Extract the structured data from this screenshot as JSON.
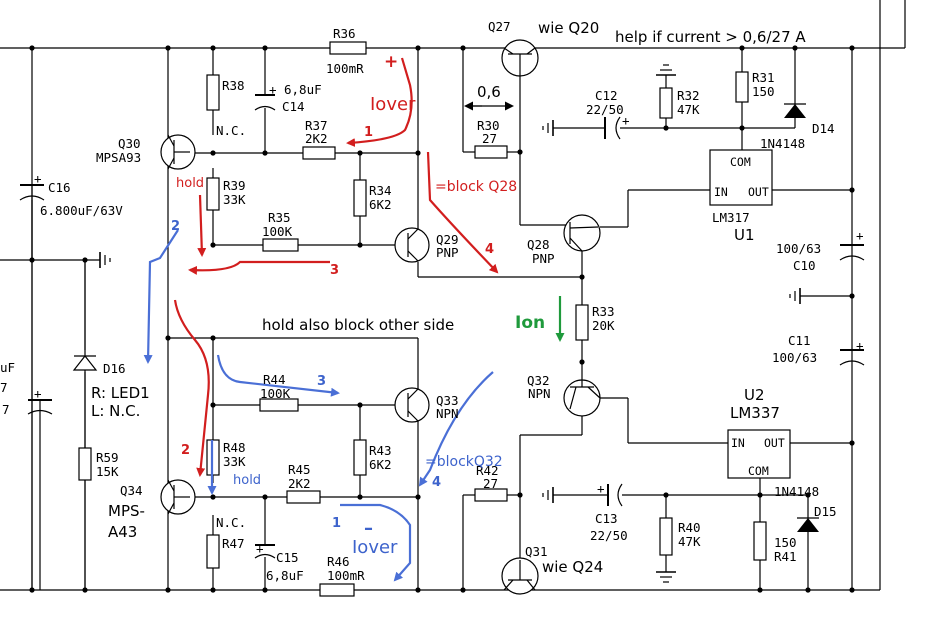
{
  "annotations": {
    "help_note": "help if current > 0,6/27 A",
    "hold_note": "hold also block other side",
    "v06": "0,6",
    "block_q28": "=block Q28",
    "block_q32": "=blockQ32",
    "hold_red": "hold",
    "hold_blue": "hold",
    "i_over_top": "Iover",
    "i_over_bottom": "Iover",
    "i_on": "Ion",
    "plus": "+",
    "minus": "–",
    "red_steps": [
      "1",
      "2",
      "3",
      "4"
    ],
    "blue_steps": [
      "1",
      "2",
      "3",
      "4"
    ]
  },
  "components": {
    "R36": {
      "ref": "R36",
      "value": "100mR"
    },
    "R38": {
      "ref": "R38"
    },
    "C14": {
      "ref": "C14",
      "value": "6,8uF",
      "plus": "+"
    },
    "NC_top": "N.C.",
    "R37": {
      "ref": "R37",
      "value": "2K2"
    },
    "Q30": {
      "ref": "Q30",
      "type": "MPSA93"
    },
    "R39": {
      "ref": "R39",
      "value": "33K"
    },
    "R34": {
      "ref": "R34",
      "value": "6K2"
    },
    "R35": {
      "ref": "R35",
      "value": "100K"
    },
    "Q29": {
      "ref": "Q29",
      "type": "PNP"
    },
    "C16": {
      "ref": "C16",
      "value": "6.800uF/63V",
      "plus": "+"
    },
    "Q27": {
      "ref": "Q27",
      "note": "wie  Q20"
    },
    "R30": {
      "ref": "R30",
      "value": "27"
    },
    "C12": {
      "ref": "C12",
      "value": "22/50",
      "plus": "+"
    },
    "R32": {
      "ref": "R32",
      "value": "47K"
    },
    "R31": {
      "ref": "R31",
      "value": "150"
    },
    "D14": {
      "ref": "D14",
      "type": "1N4148"
    },
    "U1": {
      "ref": "U1",
      "type": "LM317",
      "pin_com": "COM",
      "pin_in": "IN",
      "pin_out": "OUT"
    },
    "Q28": {
      "ref": "Q28",
      "type": "PNP"
    },
    "C10": {
      "ref": "C10",
      "value": "100/63",
      "plus": "+"
    },
    "C11": {
      "ref": "C11",
      "value": "100/63",
      "plus": "+"
    },
    "R33": {
      "ref": "R33",
      "value": "20K"
    },
    "Q32": {
      "ref": "Q32",
      "type": "NPN"
    },
    "U2": {
      "ref": "U2",
      "type": "LM337",
      "pin_com": "COM",
      "pin_in": "IN",
      "pin_out": "OUT"
    },
    "D16": {
      "ref": "D16",
      "note1": "R: LED1",
      "note2": "L: N.C."
    },
    "R44": {
      "ref": "R44",
      "value": "100K"
    },
    "Q33": {
      "ref": "Q33",
      "type": "NPN"
    },
    "R48": {
      "ref": "R48",
      "value": "33K"
    },
    "R43": {
      "ref": "R43",
      "value": "6K2"
    },
    "R59": {
      "ref": "R59",
      "value": "15K"
    },
    "Q34": {
      "ref": "Q34",
      "type_line1": "MPS-",
      "type_line2": "A43"
    },
    "R45": {
      "ref": "R45",
      "value": "2K2"
    },
    "R42": {
      "ref": "R42",
      "value": "27"
    },
    "C13": {
      "ref": "C13",
      "value": "22/50",
      "plus": "+"
    },
    "R40": {
      "ref": "R40",
      "value": "47K"
    },
    "D15": {
      "ref": "D15",
      "type": "1N4148"
    },
    "R41": {
      "ref": "R41",
      "value": "150"
    },
    "NC_bottom": "N.C.",
    "R47": {
      "ref": "R47"
    },
    "C15": {
      "ref": "C15",
      "value": "6,8uF",
      "plus": "+"
    },
    "R46": {
      "ref": "R46",
      "value": "100mR"
    },
    "Q31": {
      "ref": "Q31",
      "note": "wie  Q24"
    },
    "left_cut": {
      "line1": "uF",
      "line2": "7",
      "line3": "7",
      "plus": "+"
    }
  }
}
